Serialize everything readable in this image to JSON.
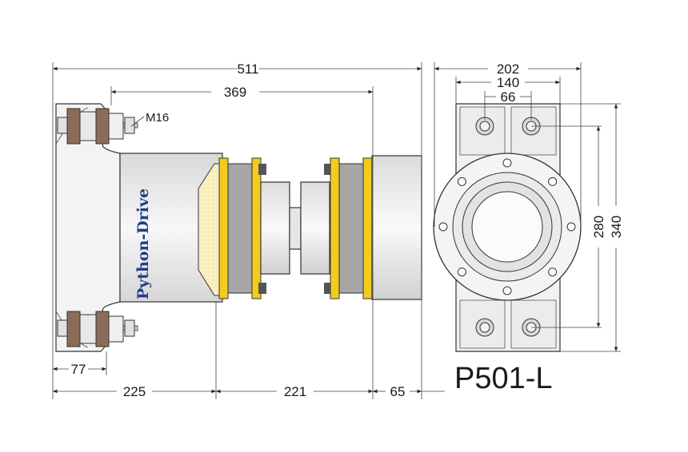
{
  "brand_text": "Python-Drive",
  "model_label": "P501-L",
  "dimensions": {
    "overall_length": "511",
    "inner_length": "369",
    "bolt_size": "M16",
    "mount_offset": "77",
    "left_section": "225",
    "middle_section": "221",
    "right_section": "65",
    "flange_width": "202",
    "bolt_spacing_outer": "140",
    "bolt_spacing_inner": "66",
    "height_inner": "280",
    "height_outer": "340"
  },
  "colors": {
    "coupling_yellow": "#f2cb1d",
    "rubber_gray": "#a6a6a6",
    "bushing_brown": "#8c6b5a",
    "body_light": "#f1f1f1",
    "insert_cream": "#fbf1c6",
    "brand_blue": "#1f3f8a"
  }
}
